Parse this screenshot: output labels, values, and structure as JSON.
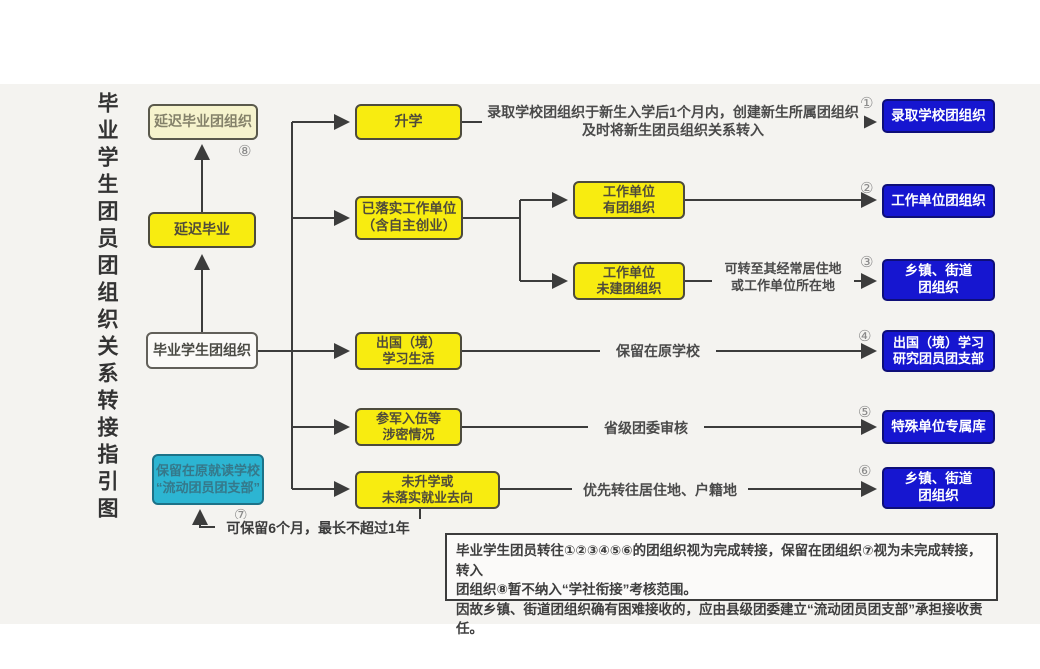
{
  "title": {
    "text": "毕业学生团员团组织关系转接指引图"
  },
  "colors": {
    "yellow_box": "#f8ec10",
    "pale_yellow_box": "#f6f3cd",
    "blue_box": "#1616d0",
    "cyan_box": "#2cb5d2",
    "line": "#3c3c3c",
    "canvas": "#f4f3f0"
  },
  "nodes": {
    "delayed_grad_org": {
      "label": "延迟毕业团组织",
      "badge": "⑧"
    },
    "delayed_grad": {
      "label": "延迟毕业"
    },
    "grad_student_org": {
      "label": "毕业学生团组织"
    },
    "retain_school": {
      "label": "保留在原就读学校\n“流动团员团支部”",
      "badge": "⑦"
    },
    "further_study": {
      "label": "升学"
    },
    "work_unit": {
      "label": "已落实工作单位\n（含自主创业）"
    },
    "work_with_league": {
      "label": "工作单位\n有团组织"
    },
    "work_without_league": {
      "label": "工作单位\n未建团组织"
    },
    "abroad_study": {
      "label": "出国（境）\n学习生活"
    },
    "military": {
      "label": "参军入伍等\n涉密情况"
    },
    "no_school_no_job": {
      "label": "未升学或\n未落实就业去向"
    },
    "dest_admission_school": {
      "label": "录取学校团组织",
      "badge": "①"
    },
    "dest_work_unit": {
      "label": "工作单位团组织",
      "badge": "②"
    },
    "dest_township_street_a": {
      "label": "乡镇、街道\n团组织",
      "badge": "③"
    },
    "dest_abroad_branch": {
      "label": "出国（境）学习\n研究团员团支部",
      "badge": "④"
    },
    "dest_special_unit": {
      "label": "特殊单位专属库",
      "badge": "⑤"
    },
    "dest_township_street_b": {
      "label": "乡镇、街道\n团组织",
      "badge": "⑥"
    }
  },
  "annotations": {
    "enroll": "录取学校团组织于新生入学后1个月内，创建新生所属团组织\n及时将新生团员组织关系转入",
    "transfer_residence": "可转至其经常居住地\n或工作单位所在地",
    "keep_school": "保留在原学校",
    "provincial_review": "省级团委审核",
    "priority_transfer": "优先转往居住地、户籍地",
    "keep_6_months": "可保留6个月，最长不超过1年"
  },
  "note": {
    "text": "毕业学生团员转往①②③④⑤⑥的团组织视为完成转接，保留在团组织⑦视为未完成转接，转入\n团组织⑧暂不纳入“学社衔接”考核范围。\n因故乡镇、街道团组织确有困难接收的，应由县级团委建立“流动团员团支部”承担接收责任。"
  }
}
